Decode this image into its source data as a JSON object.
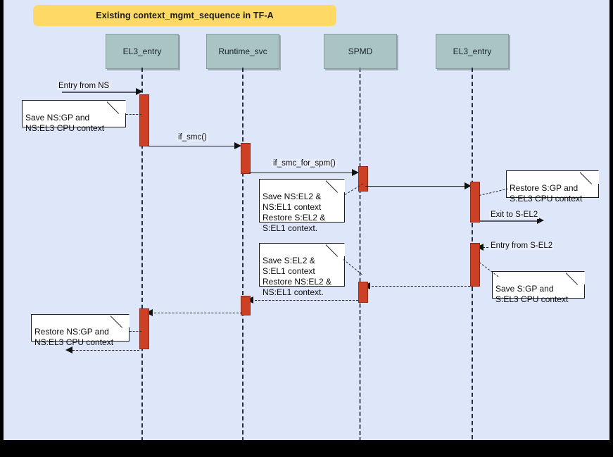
{
  "diagram": {
    "title": "Existing context_mgmt_sequence in TF-A",
    "type": "uml-sequence-diagram",
    "canvas_bg": "#dee6fa",
    "border_color": "#000000",
    "title_bg": "#ffd966",
    "lifeline_head_bg": "#a9c4c2",
    "activation_bg": "#cc4125"
  },
  "lifelines": [
    {
      "id": "el3_entry_left",
      "label": "EL3_entry"
    },
    {
      "id": "runtime_svc",
      "label": "Runtime_svc"
    },
    {
      "id": "spmd",
      "label": "SPMD"
    },
    {
      "id": "el3_entry_right",
      "label": "EL3_entry"
    }
  ],
  "messages": [
    {
      "id": "m1",
      "label": "Entry from NS",
      "from": "external",
      "to": "el3_entry_left",
      "style": "solid-gray"
    },
    {
      "id": "m2",
      "label": "if_smc()",
      "from": "el3_entry_left",
      "to": "runtime_svc",
      "style": "solid"
    },
    {
      "id": "m3",
      "label": "if_smc_for_spm()",
      "from": "runtime_svc",
      "to": "spmd",
      "style": "solid"
    },
    {
      "id": "m4",
      "label": "",
      "from": "spmd",
      "to": "el3_entry_right",
      "style": "solid"
    },
    {
      "id": "m5",
      "label": "Exit to S-EL2",
      "from": "el3_entry_right",
      "to": "external",
      "style": "solid-gray"
    },
    {
      "id": "m6",
      "label": "Entry from S-EL2",
      "from": "external",
      "to": "el3_entry_right",
      "style": "dashed"
    },
    {
      "id": "m7",
      "label": "",
      "from": "el3_entry_right",
      "to": "spmd",
      "style": "dashed"
    },
    {
      "id": "m8",
      "label": "",
      "from": "spmd",
      "to": "runtime_svc",
      "style": "dashed"
    },
    {
      "id": "m9",
      "label": "",
      "from": "runtime_svc",
      "to": "el3_entry_left",
      "style": "dashed"
    },
    {
      "id": "m10",
      "label": "",
      "from": "el3_entry_left",
      "to": "external",
      "style": "dashed"
    }
  ],
  "notes": [
    {
      "id": "n1",
      "text": "Save NS:GP and\nNS:EL3 CPU context",
      "attached_to": "el3_entry_left"
    },
    {
      "id": "n2",
      "text": "Save NS:EL2 &\nNS:EL1 context\nRestore S:EL2 &\nS:EL1 context.",
      "attached_to": "spmd"
    },
    {
      "id": "n3",
      "text": "Restore S:GP and\nS:EL3 CPU context",
      "attached_to": "el3_entry_right"
    },
    {
      "id": "n4",
      "text": "Save S:EL2 &\nS:EL1 context\nRestore NS:EL2 &\nNS:EL1 context.",
      "attached_to": "spmd"
    },
    {
      "id": "n5",
      "text": "Save S:GP and\nS:EL3 CPU context",
      "attached_to": "el3_entry_right"
    },
    {
      "id": "n6",
      "text": "Restore NS:GP and\nNS:EL3 CPU context",
      "attached_to": "el3_entry_left"
    }
  ]
}
